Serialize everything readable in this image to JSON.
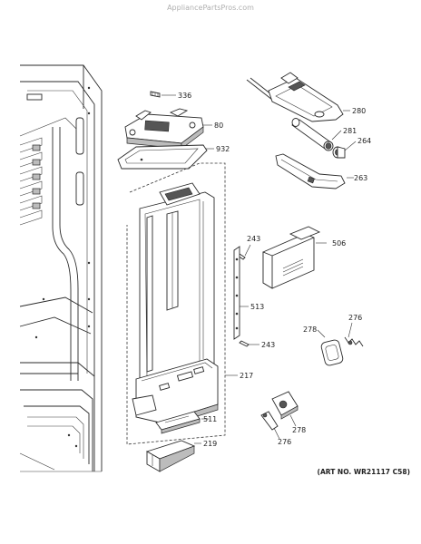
{
  "watermark": "AppliancePartsPros.com",
  "art_number": "(ART NO. WR21117 C58)",
  "callouts": {
    "c336": "336",
    "c80": "80",
    "c932": "932",
    "c280": "280",
    "c281": "281",
    "c264": "264",
    "c263": "263",
    "c243a": "243",
    "c506": "506",
    "c513": "513",
    "c243b": "243",
    "c276a": "276",
    "c278a": "278",
    "c217": "217",
    "c511": "511",
    "c278b": "278",
    "c276b": "276",
    "c219": "219"
  }
}
